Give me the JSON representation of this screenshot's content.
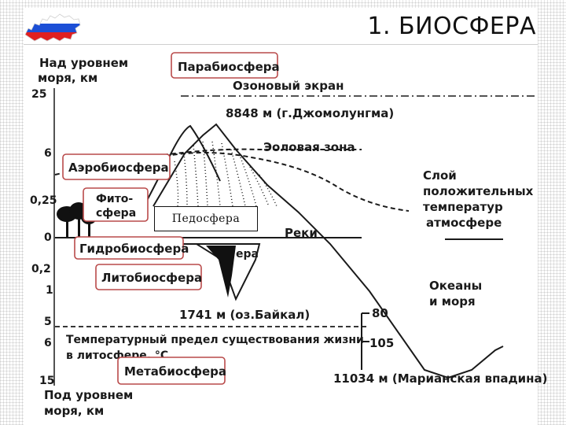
{
  "slide": {
    "title": "1. БИОСФЕРА"
  },
  "colors": {
    "accent_box": "#b94a4a",
    "ink": "#1a1a1a",
    "flag_white": "#ffffff",
    "flag_blue": "#1c4fd6",
    "flag_red": "#e02020"
  },
  "axis": {
    "top_label": [
      "Над уровнем",
      "моря, км"
    ],
    "bottom_label": [
      "Под уровнем",
      "моря, км"
    ],
    "ticks": [
      "25",
      "6",
      "0,25",
      "0",
      "0,2",
      "1",
      "5",
      "6",
      "15"
    ]
  },
  "zones": {
    "parabiosphere": "Парабиосфера",
    "aerobiosphere": "Аэробиосфера",
    "phytosphere": [
      "Фито-",
      "сфера"
    ],
    "pedosphere": "Педосфера",
    "hydrobiosphere": "Гидробиосфера",
    "lithobiosphere": "Литобиосфера",
    "metabiosphere": "Метабиосфера"
  },
  "labels": {
    "ozone": "Озоновый экран",
    "everest": "8848 м (г.Джомолунгма)",
    "eolian": "Эоловая зона",
    "positive_temp": [
      "Слой",
      "положительных",
      "температур",
      "атмосфере"
    ],
    "rivers": "Реки",
    "lake_partial": "ера",
    "baikal": "1741 м (оз.Байкал)",
    "oceans": [
      "Океаны",
      "и моря"
    ],
    "temp_limit": [
      "Температурный предел существования жизни",
      "в литосфере,  °С"
    ],
    "mariana": "11034 м (Марианская впадина)",
    "temp_80": "80",
    "temp_105": "105"
  }
}
